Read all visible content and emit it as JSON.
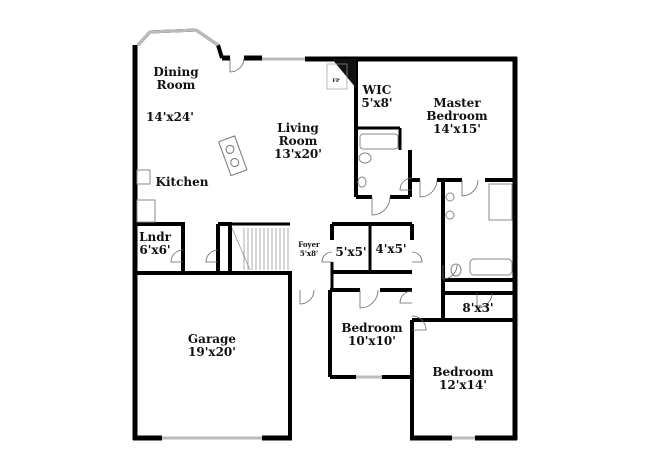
{
  "rooms": {
    "dining": {
      "name1": "Dining",
      "name2": "Room"
    },
    "dining_size": "14'x24'",
    "living": {
      "name1": "Living",
      "name2": "Room",
      "size": "13'x20'"
    },
    "kitchen": "Kitchen",
    "wic": {
      "name": "WIC",
      "size": "5'x8'"
    },
    "master": {
      "name1": "Master",
      "name2": "Bedroom",
      "size": "14'x15'"
    },
    "fp": "FP",
    "laundry": {
      "name": "Lndr",
      "size": "6'x6'"
    },
    "foyer": {
      "name": "Foyer",
      "size": "5'x8'"
    },
    "closet1": "5'x5'",
    "closet2": "4'x5'",
    "closet3": "8'x3'",
    "garage": {
      "name": "Garage",
      "size": "19'x20'"
    },
    "bedroom2": {
      "name": "Bedroom",
      "size": "10'x10'"
    },
    "bedroom3": {
      "name": "Bedroom",
      "size": "12'x14'"
    }
  }
}
